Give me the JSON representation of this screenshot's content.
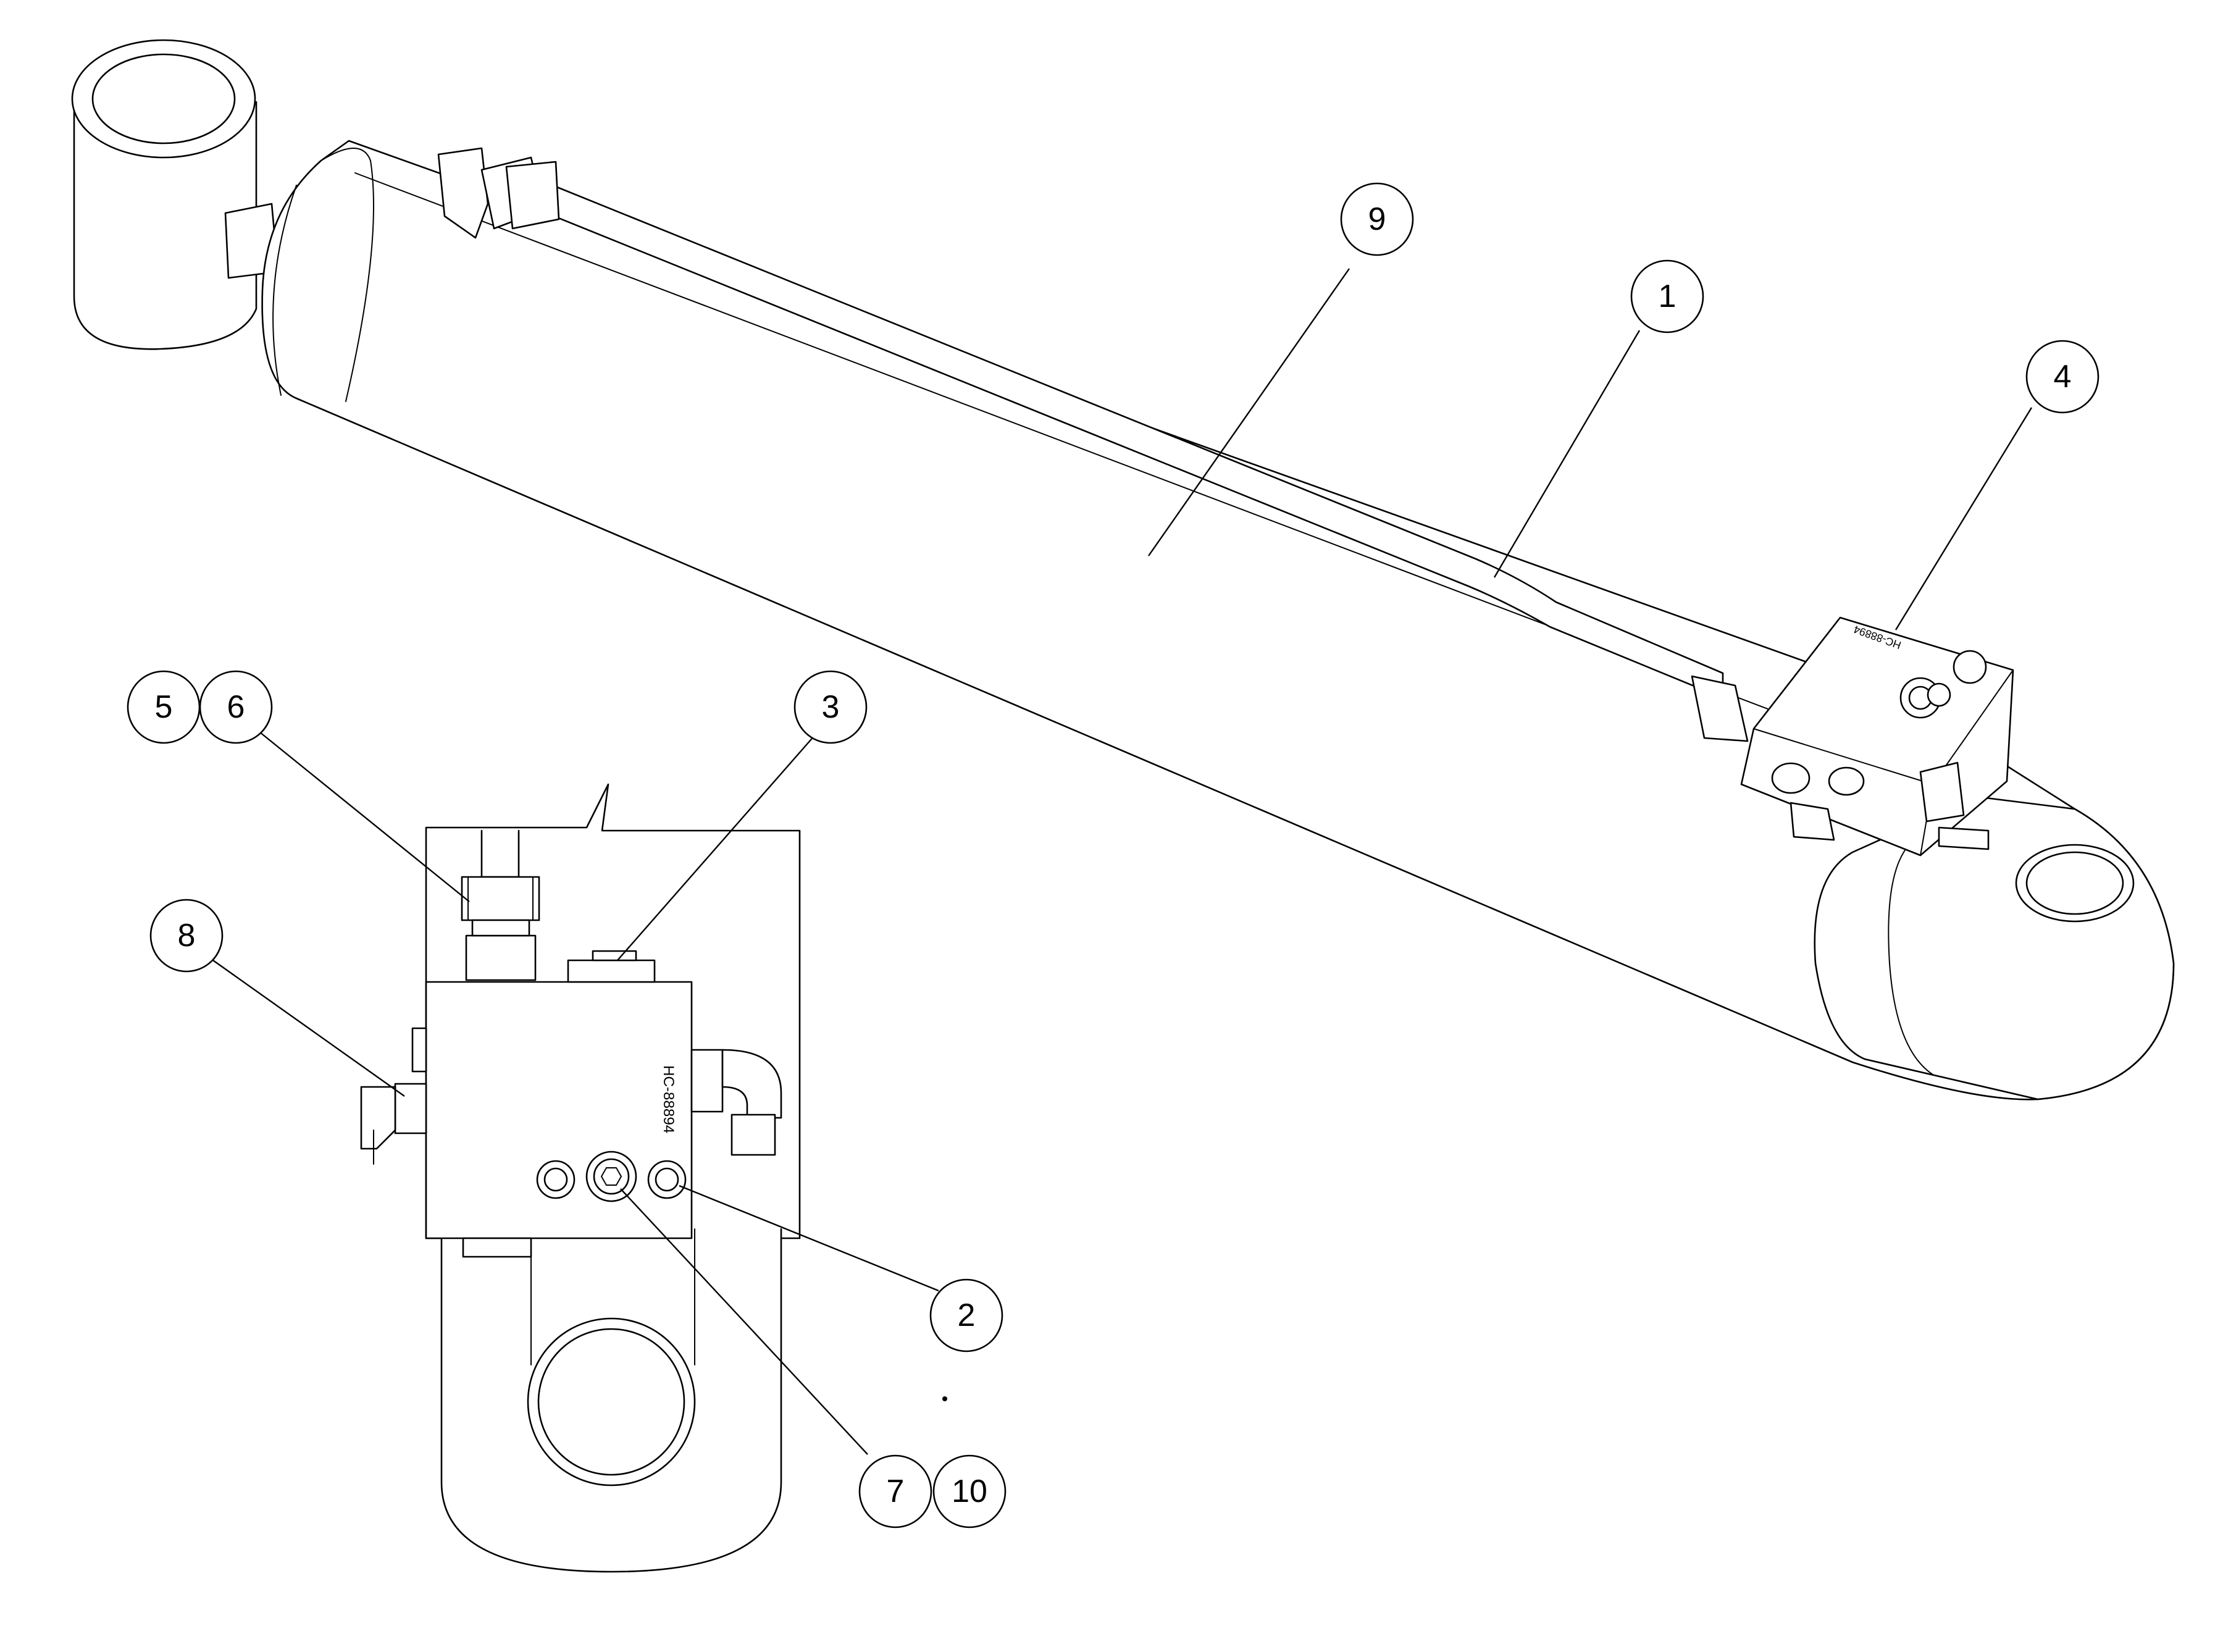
{
  "callouts": [
    {
      "id": "balloon-9",
      "label": "9"
    },
    {
      "id": "balloon-1",
      "label": "1"
    },
    {
      "id": "balloon-4",
      "label": "4"
    },
    {
      "id": "balloon-5",
      "label": "5"
    },
    {
      "id": "balloon-6",
      "label": "6"
    },
    {
      "id": "balloon-3",
      "label": "3"
    },
    {
      "id": "balloon-8",
      "label": "8"
    },
    {
      "id": "balloon-2",
      "label": "2"
    },
    {
      "id": "balloon-7",
      "label": "7"
    },
    {
      "id": "balloon-10",
      "label": "10"
    }
  ],
  "valve_marking": "HC-88894",
  "colors": {
    "line": "#000000",
    "background": "#ffffff"
  }
}
